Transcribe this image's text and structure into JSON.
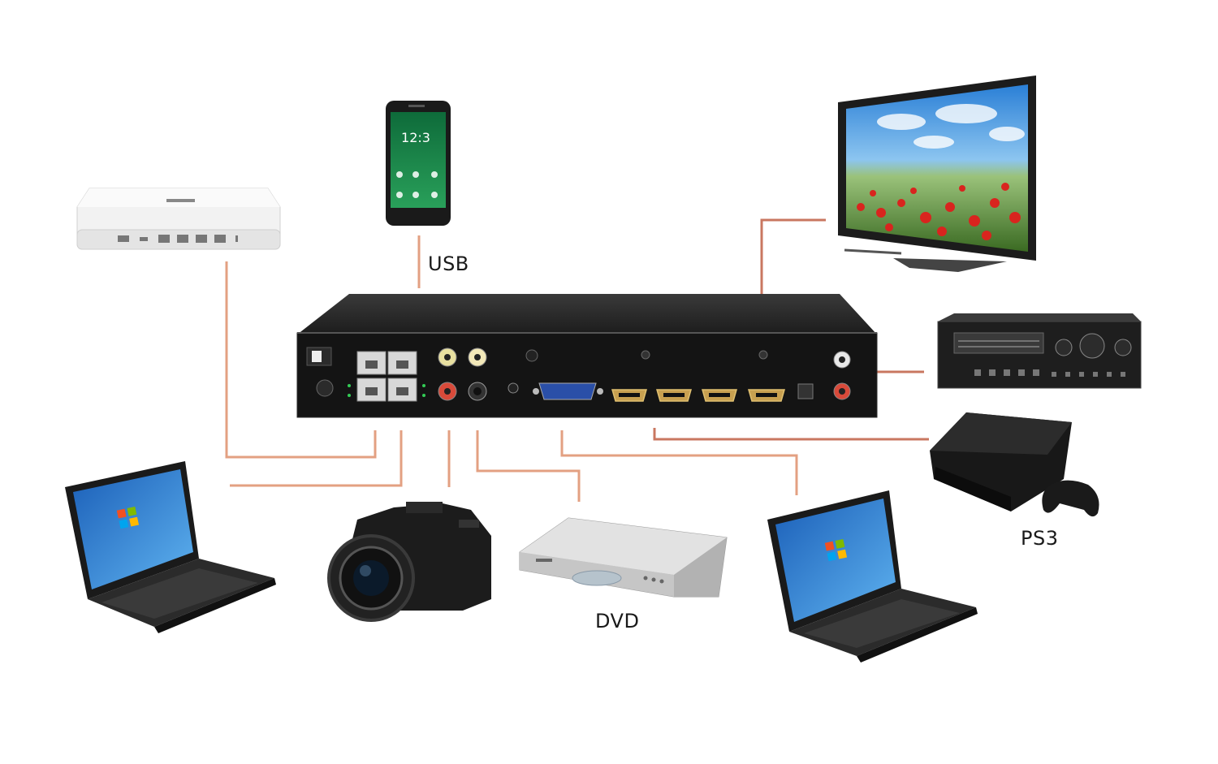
{
  "labels": {
    "usb": "USB",
    "dvd": "DVD",
    "ps3": "PS3"
  },
  "colors": {
    "connector": "#e3a082",
    "connector_dark": "#c97760",
    "device_body": "#222222",
    "background": "#ffffff"
  },
  "icons": {
    "hub": "av-switcher-hub-icon",
    "phone": "smartphone-icon",
    "router": "network-router-icon",
    "tv": "flat-tv-icon",
    "amplifier": "audio-amplifier-icon",
    "ps3": "game-console-icon",
    "laptop_left": "laptop-icon",
    "camera": "dslr-camera-icon",
    "dvd": "dvd-player-icon",
    "laptop_right": "laptop-icon"
  }
}
